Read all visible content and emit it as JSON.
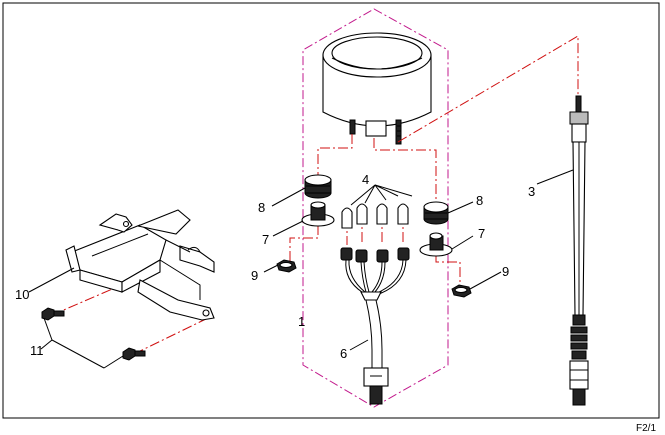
{
  "colors": {
    "outline": "#000000",
    "assembly_boundary": "#c21a8c",
    "center_lines": "#d01010",
    "background": "#ffffff"
  },
  "callouts": {
    "c1": "1",
    "c3": "3",
    "c4": "4",
    "c6": "6",
    "c7_left": "7",
    "c7_right": "7",
    "c8_left": "8",
    "c8_right": "8",
    "c9_left": "9",
    "c9_right": "9",
    "c10": "10",
    "c11": "11"
  },
  "page_code": "F2/1"
}
